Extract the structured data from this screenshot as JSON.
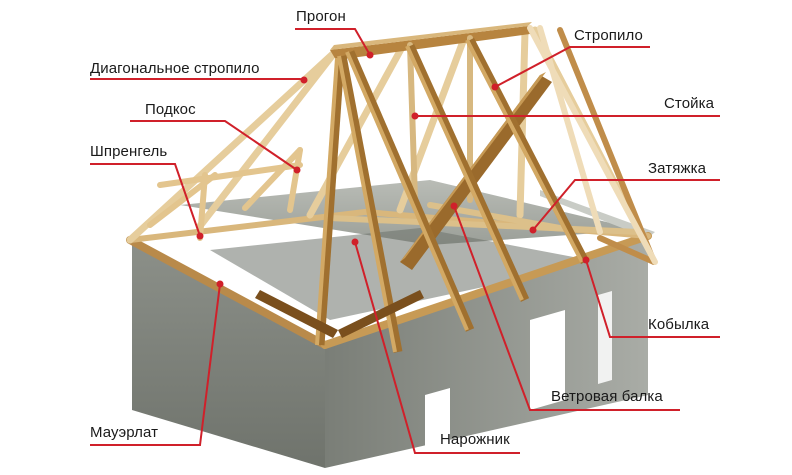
{
  "colors": {
    "leader": "#d0202a",
    "wood_light": "#e3c58e",
    "wood_mid": "#c79a55",
    "wood_dark": "#8a5a22",
    "concrete": "#7f837c",
    "concrete_dark": "#5d615a",
    "text": "#1a1a1a"
  },
  "labels": {
    "progon": "Прогон",
    "stropilo": "Стропило",
    "diag_stropilo": "Диагональное стропило",
    "stoyka": "Стойка",
    "podkos": "Подкос",
    "shprengel": "Шпренгель",
    "zatyazhka": "Затяжка",
    "kobylka": "Кобылка",
    "vetrovaya_balka": "Ветровая балка",
    "mauerlat": "Мауэрлат",
    "narozhnik": "Нарожник"
  }
}
